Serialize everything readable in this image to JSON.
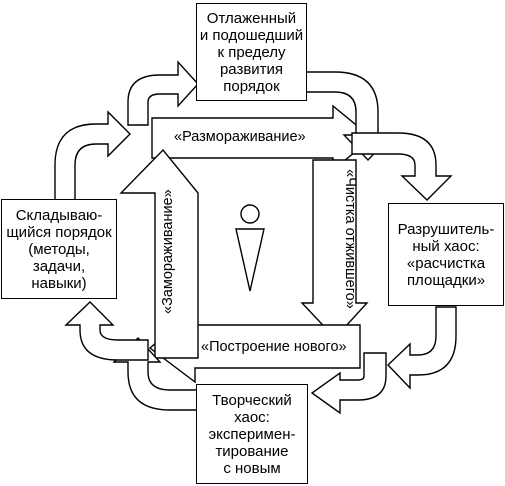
{
  "boxes": {
    "top": [
      "Отлаженный",
      "и подошедший",
      "к пределу",
      "развития",
      "порядок"
    ],
    "right": [
      "Разрушитель-",
      "ный хаос:",
      "«расчистка",
      "площадки»"
    ],
    "bottom": [
      "Творческий",
      "хаос:",
      "эксперимен-",
      "тирование",
      "с новым"
    ],
    "left": [
      "Складываю-",
      "щийся порядок",
      "(методы,",
      "задачи,",
      "навыки)"
    ]
  },
  "arrows": {
    "top": "«Размораживание»",
    "bottom": "«Построение нового»",
    "left": "«Замораживание»",
    "right": "«Чистка отжившего»"
  },
  "center_icon": "person-figure-icon"
}
